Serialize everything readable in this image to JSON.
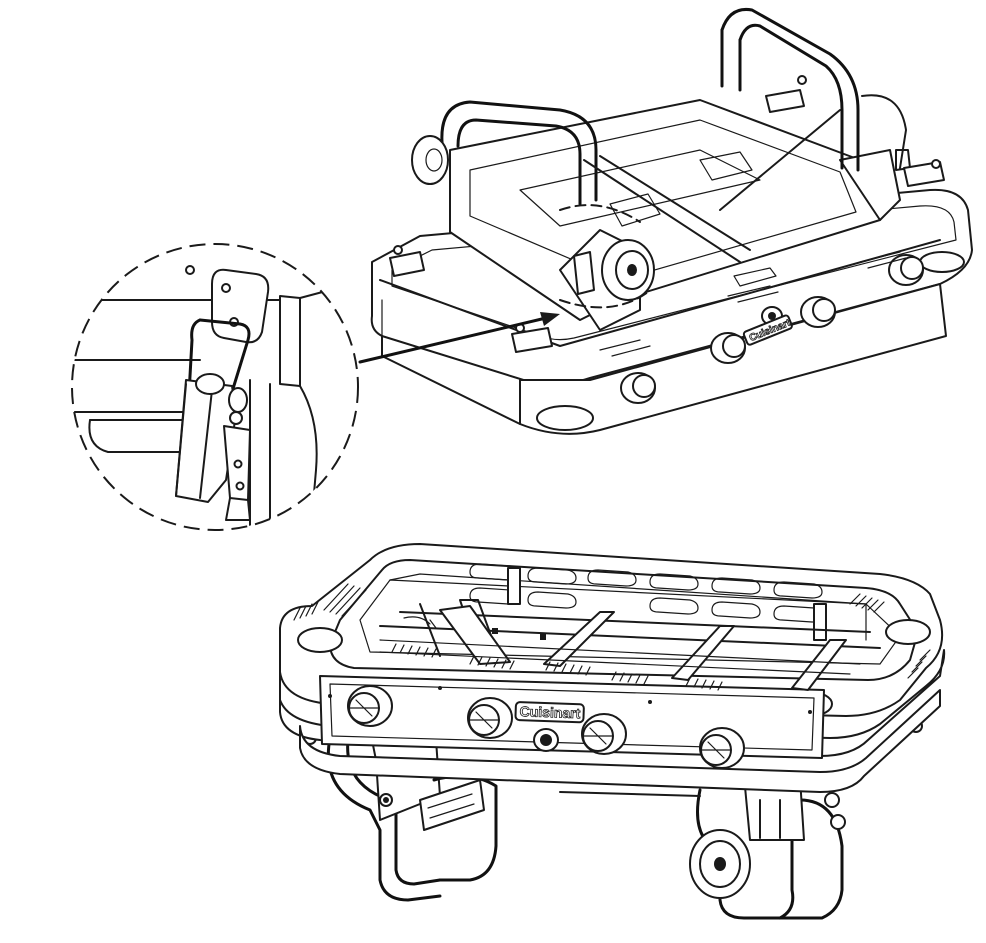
{
  "brand": {
    "logo_text": "Cuisinart"
  },
  "colors": {
    "line": "#1a1a1a",
    "background": "#ffffff"
  },
  "figure": {
    "views": [
      "grill-folded-upside-down-view",
      "latch-detail-callout",
      "grill-upright-assembled-view"
    ]
  }
}
